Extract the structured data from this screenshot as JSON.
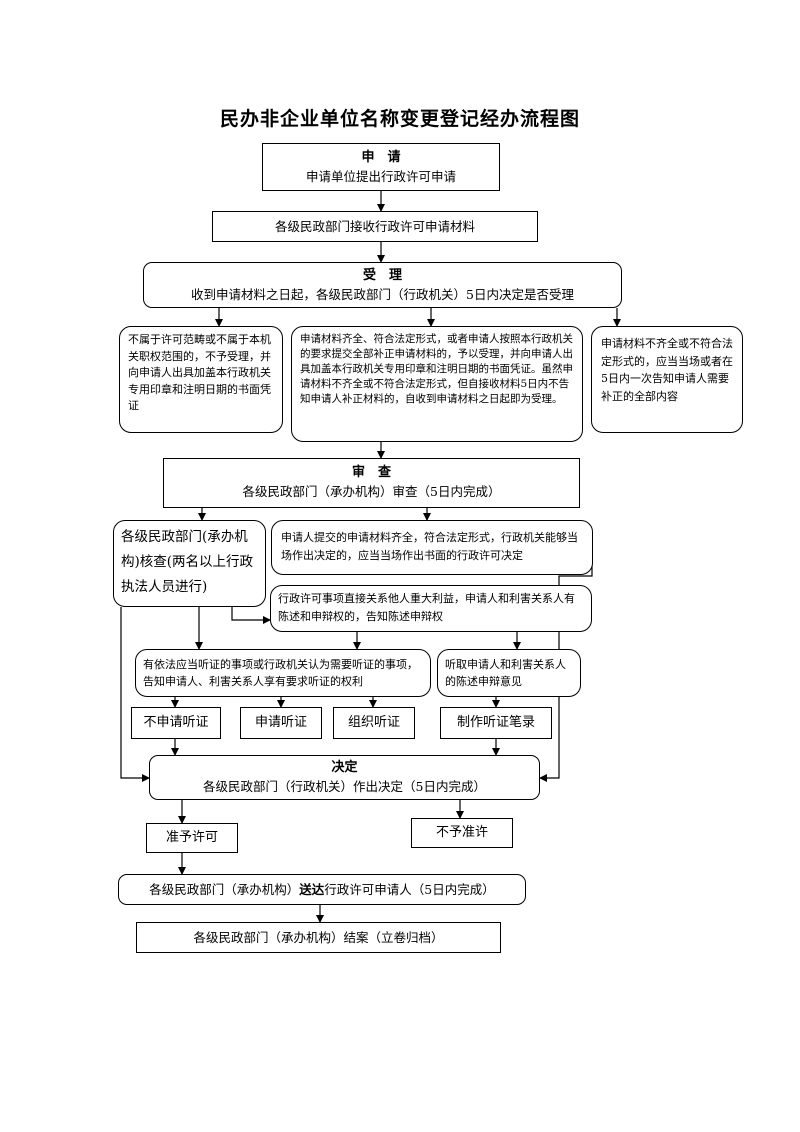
{
  "title": "民办非企业单位名称变更登记经办流程图",
  "apply": {
    "heading": "申　请",
    "text": "申请单位提出行政许可申请"
  },
  "receive": {
    "text": "各级民政部门接收行政许可申请材料"
  },
  "accept": {
    "heading": "受　理",
    "text": "收到申请材料之日起，各级民政部门（行政机关）5日内决定是否受理"
  },
  "reject_scope": {
    "text": "不属于许可范畴或不属于本机关职权范围的，不予受理，并向申请人出具加盖本行政机关专用印章和注明日期的书面凭证"
  },
  "accept_cond": {
    "text": "申请材料齐全、符合法定形式，或者申请人按照本行政机关的要求提交全部补正申请材料的，予以受理，并向申请人出具加盖本行政机关专用印章和注明日期的书面凭证。虽然申请材料不齐全或不符合法定形式，但自接收材料5日内不告知申请人补正材料的，自收到申请材料之日起即为受理。"
  },
  "incomplete": {
    "text": "申请材料不齐全或不符合法定形式的，应当当场或者在5日内一次告知申请人需要补正的全部内容"
  },
  "review": {
    "heading": "审　查",
    "text": "各级民政部门（承办机构）审查（5日内完成）"
  },
  "verify": {
    "text": "各级民政部门(承办机构)核查(两名以上行政执法人员进行)"
  },
  "onsite": {
    "text": "申请人提交的申请材料齐全，符合法定形式，行政机关能够当场作出决定的，应当当场作出书面的行政许可决定"
  },
  "interest": {
    "text": "行政许可事项直接关系他人重大利益，申请人和利害关系人有陈述和申辩权的，告知陈述申辩权"
  },
  "hearing_notice": {
    "text": "有依法应当听证的事项或行政机关认为需要听证的事项，告知申请人、利害关系人享有要求听证的权利"
  },
  "listen": {
    "text": "听取申请人和利害关系人的陈述申辩意见"
  },
  "no_hearing": "不申请听证",
  "req_hearing": "申请听证",
  "org_hearing": "组织听证",
  "record": "制作听证笔录",
  "decision": {
    "heading": "决定",
    "text": "各级民政部门（行政机关）作出决定（5日内完成）"
  },
  "permit": "准予许可",
  "deny": "不予准许",
  "deliver": {
    "pre": "各级民政部门（承办机构）",
    "bold": "送达",
    "post": "行政许可申请人（5日内完成）"
  },
  "close": "各级民政部门（承办机构）结案（立卷归档）"
}
